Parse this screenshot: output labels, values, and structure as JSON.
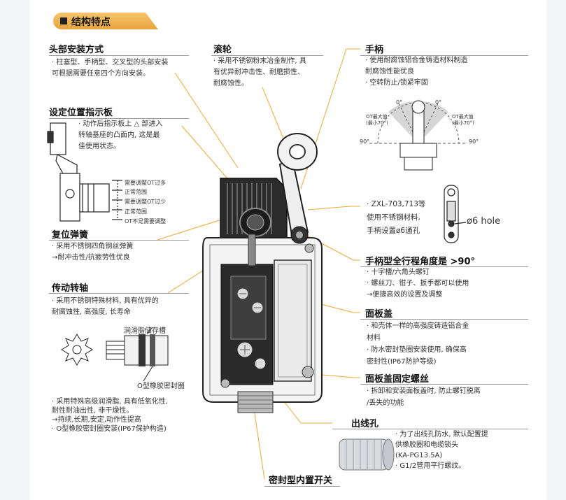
{
  "section_title": "结构特点",
  "callouts": {
    "head_mount": {
      "title": "头部安装方式",
      "lines": [
        "· 柱塞型、手柄型、交叉型的头部安装",
        "  可根据需要任意四个方向安装。"
      ]
    },
    "indicator": {
      "title": "设定位置指示板",
      "lines": [
        "· 动作后指示板上 △ 部进入",
        "  转轴基座的凸面内, 这是最",
        "  佳使用状态。"
      ],
      "labels": [
        "需要调整OT过多",
        "正常范围",
        "需要调整OT过少",
        "正常范围",
        "OT不足需要调整"
      ]
    },
    "reset_spring": {
      "title": "复位弹簧",
      "lines": [
        "· 采用不锈钢四角钢丝弹簧",
        "  →耐冲击性/抗疲劳性优良"
      ]
    },
    "shaft": {
      "title": "传动转轴",
      "lines": [
        "· 采用不锈钢特殊材料, 具有优异的",
        "  耐腐蚀性, 高强度, 长寿命"
      ],
      "groove_label": "润滑脂储存槽",
      "oring_label": "O型橡胶密封圈",
      "bottom_lines": [
        "· 采用特殊高级润滑脂, 具有低氧化性,",
        "  耐性耐油出性, 非干燥性。",
        "  →持续,长期,安定,动作性提高",
        "· O型橡胶密封圈安装(IP67保护构造)"
      ]
    },
    "roller": {
      "title": "滚轮",
      "lines": [
        "· 采用不锈钢粉末冶金制作, 具",
        "  有优异耐冲击性、耐磨损性、",
        "  耐腐蚀性。"
      ]
    },
    "lever": {
      "title": "手柄",
      "lines": [
        "· 使用耐腐蚀铝合金铸造材料制造",
        "  耐腐蚀性能优良",
        "· 空转防止/锁紧牢固"
      ],
      "angle_labels": [
        "0°",
        "0°",
        "90°",
        "90°"
      ],
      "ot_left": [
        "OT最大值",
        "(最小70°)"
      ],
      "ot_right": [
        "OT最大值",
        "(最小70°)"
      ]
    },
    "hole": {
      "lines": [
        "· ZXL-703,713等",
        "  使用不锈钢材料,",
        "  手柄设置ø6通孔"
      ],
      "hole_label": "ø6 hole"
    },
    "angle": {
      "title": "手柄型全行程角度是 >90°",
      "lines": [
        "· 十字槽/六角头螺钉",
        "· 螺丝刀、钳子、扳手都可以使用",
        "  →便捷高效的设置及调整"
      ]
    },
    "cover": {
      "title": "面板盖",
      "lines": [
        "· 和壳体一样的高强度铸造铝合金",
        "  材料",
        "· 防水密封垫圈安装使用, 确保高",
        "  密封性(IP67防护等级)"
      ]
    },
    "cover_screw": {
      "title": "面板盖固定螺丝",
      "lines": [
        "· 拆卸和安装面板盖时, 防止螺钉脱离",
        "  /丢失的功能"
      ]
    },
    "outlet": {
      "title": "出线孔",
      "lines": [
        "· 为了出线孔防水, 默认配置提",
        "  供橡胶圈和电缆锁头",
        "  (KA-PG13.5A)",
        "· G1/2管用平行螺纹。"
      ]
    },
    "sealed": {
      "title": "密封型内置开关"
    }
  },
  "colors": {
    "accent": "#f0a832",
    "leader": "#f0a832",
    "line": "#999999"
  }
}
